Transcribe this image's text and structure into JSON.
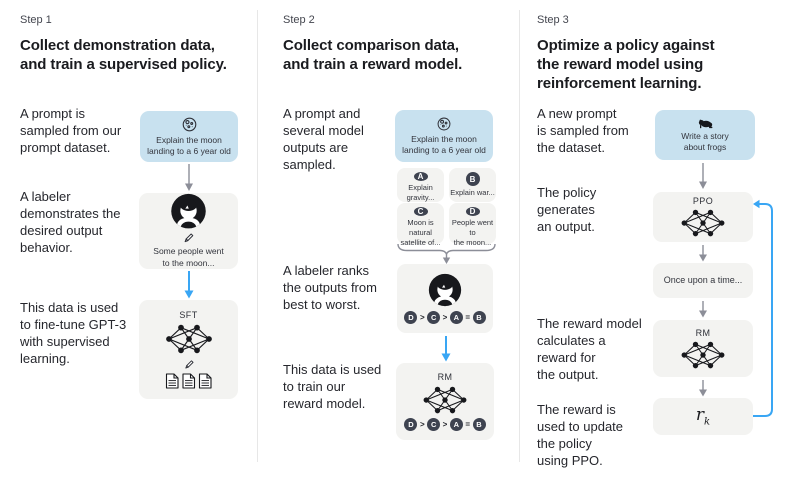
{
  "figure": "rlhf-three-step-diagram",
  "colors": {
    "prompt_box_bg": "#c8e1ef",
    "node_box_bg": "#f3f3f1",
    "blue_arrow": "#39a6f4",
    "gray_arrow": "#8c8e98",
    "chip_bg": "#3e4350",
    "text": "#202123"
  },
  "steps": [
    {
      "label": "Step 1",
      "heading": "Collect demonstration data,\nand train a supervised policy.",
      "captions": [
        "A prompt is\nsampled from our\nprompt dataset.",
        "A labeler\ndemonstrates the\ndesired output\nbehavior.",
        "This data is used\nto fine-tune GPT-3\nwith supervised\nlearning."
      ],
      "prompt_icon": "moon-icon",
      "prompt_text": "Explain the moon\nlanding to a 6 year old",
      "labeler_icon": "labeler-avatar-icon",
      "labeler_note_icon": "pencil-icon",
      "labeler_text": "Some people went\nto the moon...",
      "model_title": "SFT",
      "model_icons": [
        "neural-network-icon",
        "pencil-icon",
        "documents-icon"
      ]
    },
    {
      "label": "Step 2",
      "heading": "Collect comparison data,\nand train a reward model.",
      "captions": [
        "A prompt and\nseveral model\noutputs are\nsampled.",
        "A labeler ranks\nthe outputs from\nbest to worst.",
        "This data is used\nto train our\nreward model."
      ],
      "prompt_icon": "moon-icon",
      "prompt_text": "Explain the moon\nlanding to a 6 year old",
      "outputs": [
        {
          "id": "A",
          "text": "Explain gravity..."
        },
        {
          "id": "B",
          "text": "Explain war..."
        },
        {
          "id": "C",
          "text": "Moon is natural\nsatellite of..."
        },
        {
          "id": "D",
          "text": "People went to\nthe moon..."
        }
      ],
      "labeler_icon": "labeler-avatar-icon",
      "ranking": [
        "D",
        ">",
        "C",
        ">",
        "A",
        "=",
        "B"
      ],
      "model_title": "RM",
      "model_icons": [
        "neural-network-icon"
      ]
    },
    {
      "label": "Step 3",
      "heading": "Optimize a policy against\nthe reward model using\nreinforcement learning.",
      "captions": [
        "A new prompt\nis sampled from\nthe dataset.",
        "The policy\ngenerates\nan output.",
        "The reward model\ncalculates a\nreward for\nthe output.",
        "The reward is\nused to update\nthe policy\nusing PPO."
      ],
      "prompt_icon": "frog-icon",
      "prompt_text": "Write a story\nabout frogs",
      "policy_title": "PPO",
      "output_text": "Once upon a time...",
      "model_title": "RM",
      "reward_symbol": "r",
      "reward_subscript": "k"
    }
  ]
}
